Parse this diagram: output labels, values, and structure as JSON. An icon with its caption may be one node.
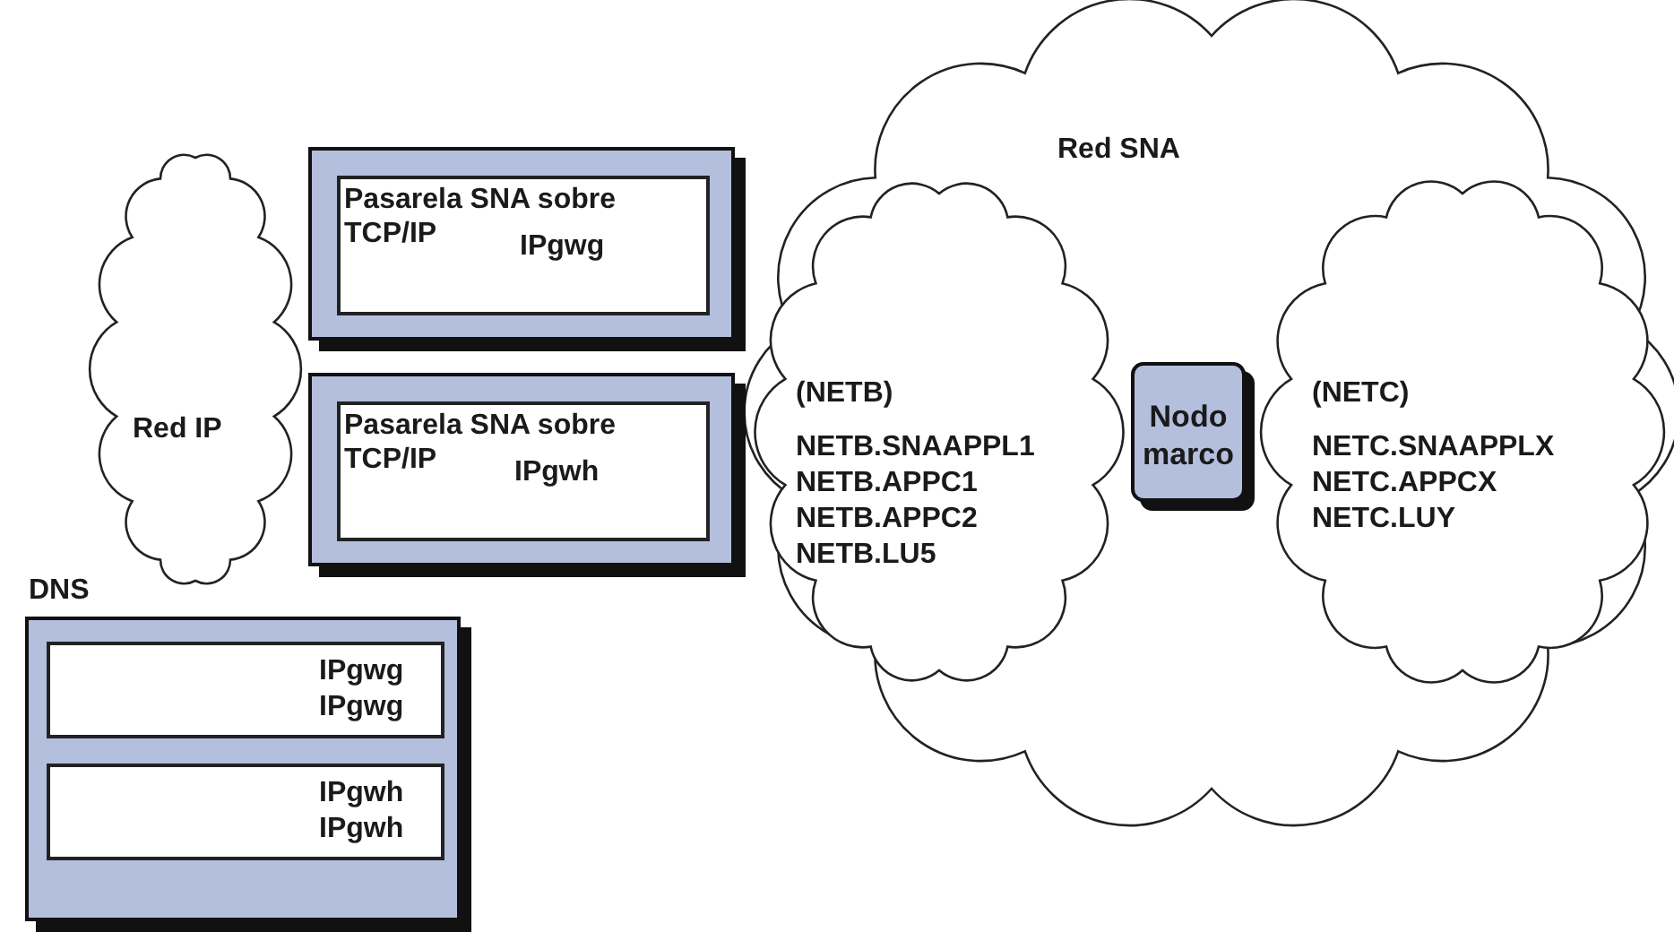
{
  "diagram": {
    "nodes": [
      {
        "text": [
          "Red IP"
        ]
      },
      {
        "text": [
          "Pasarela SNA sobre TCP/IP",
          "IPgwg"
        ]
      },
      {
        "text": [
          "Pasarela SNA sobre TCP/IP",
          "IPgwh"
        ]
      },
      {
        "text": [
          "Red SNA"
        ]
      },
      {
        "text": [
          "(NETB)",
          "NETB.SNAAPPL1 NETB.APPC1 NETB.APPC2 NETB.LU5"
        ],
        "in": 3
      },
      {
        "text": [
          "Nodo marco"
        ],
        "in": 3
      },
      {
        "text": [
          "(NETC)",
          "NETC.SNAAPPLX NETC.APPCX NETC.LUY"
        ],
        "in": 3
      },
      {
        "text": [
          "DNS"
        ]
      },
      {
        "text": [
          "IPgwg",
          "IPgwg"
        ],
        "in": 7
      },
      {
        "text": [
          "IPgwh",
          "IPgwh"
        ],
        "in": 7
      }
    ]
  }
}
